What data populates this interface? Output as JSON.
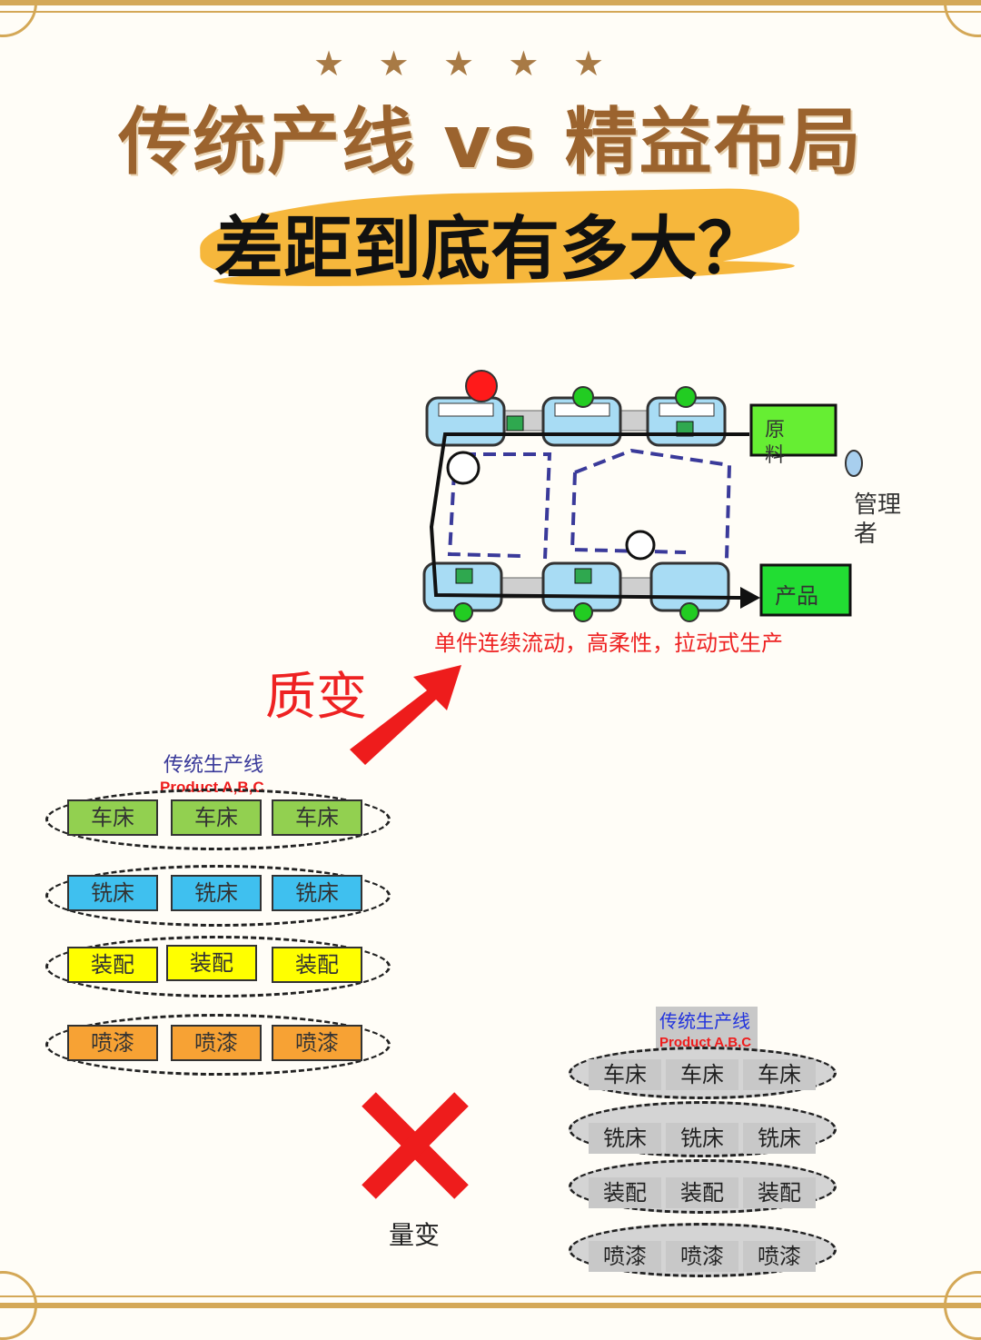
{
  "header": {
    "stars": [
      "★",
      "★",
      "★",
      "★",
      "★"
    ],
    "title": "传统产线 vs 精益布局",
    "subtitle": "差距到底有多大？"
  },
  "lean": {
    "raw_material": "原料",
    "product": "产品",
    "manager": "管理者",
    "caption": "单件连续流动，高柔性，拉动式生产"
  },
  "labels": {
    "qualitative": "质变",
    "quantitative": "量变"
  },
  "traditional": {
    "title": "传统生产线",
    "subtitle": "Product A,B,C",
    "rows": [
      {
        "label": "车床",
        "color": "#92d050",
        "cells": [
          "车床",
          "车床",
          "车床"
        ]
      },
      {
        "label": "铣床",
        "color": "#3fc0ef",
        "cells": [
          "铣床",
          "铣床",
          "铣床"
        ]
      },
      {
        "label": "装配",
        "color": "#ffff00",
        "cells": [
          "装配",
          "装配",
          "装配"
        ]
      },
      {
        "label": "喷漆",
        "color": "#f7a234",
        "cells": [
          "喷漆",
          "喷漆",
          "喷漆"
        ]
      }
    ]
  },
  "traditional_gray": {
    "title": "传统生产线",
    "subtitle": "Product A,B,C",
    "rows": [
      [
        "车床",
        "车床",
        "车床"
      ],
      [
        "铣床",
        "铣床",
        "铣床"
      ],
      [
        "装配",
        "装配",
        "装配"
      ],
      [
        "喷漆",
        "喷漆",
        "喷漆"
      ]
    ]
  },
  "colors": {
    "accent_red": "#ff0000",
    "title_brown": "#9b632e",
    "highlight": "#f6b73c",
    "station_blue": "#a8dcf4",
    "signal_green": "#22cc22"
  }
}
